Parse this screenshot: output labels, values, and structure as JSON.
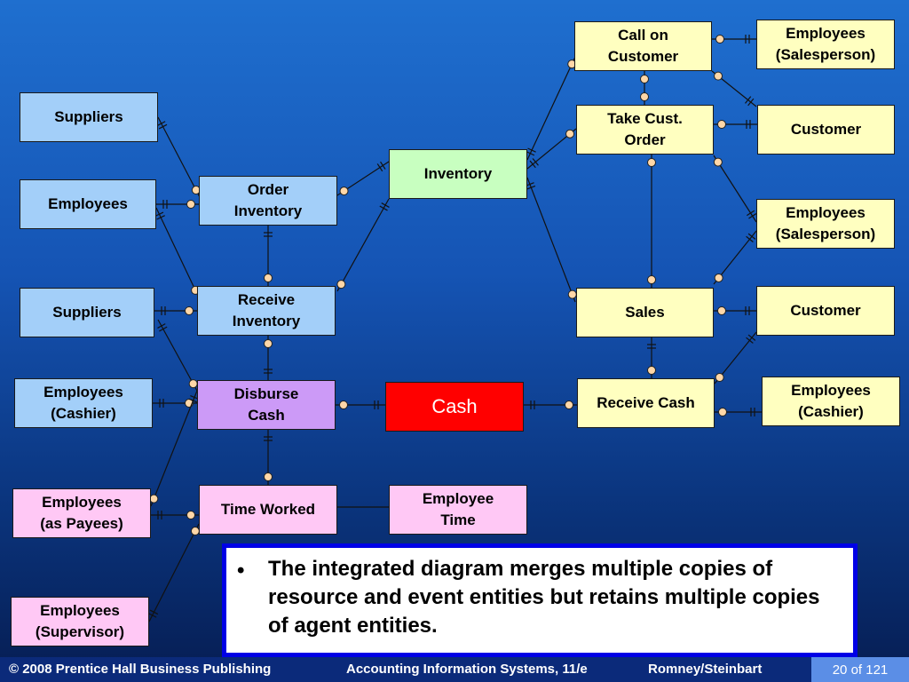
{
  "diagram": {
    "nodes": {
      "suppliers_1": "Suppliers",
      "employees_1": "Employees",
      "order_inventory": "Order\nInventory",
      "inventory": "Inventory",
      "suppliers_2": "Suppliers",
      "receive_inventory": "Receive\nInventory",
      "employees_cashier_left": "Employees\n(Cashier)",
      "disburse_cash": "Disburse\nCash",
      "cash": "Cash",
      "employees_payees": "Employees\n(as Payees)",
      "time_worked": "Time Worked",
      "employee_time": "Employee\nTime",
      "employees_supervisor": "Employees\n(Supervisor)",
      "call_on_customer": "Call on\nCustomer",
      "employees_salesperson_1": "Employees\n(Salesperson)",
      "take_cust_order": "Take Cust.\nOrder",
      "customer_1": "Customer",
      "employees_salesperson_2": "Employees\n(Salesperson)",
      "sales": "Sales",
      "customer_2": "Customer",
      "receive_cash": "Receive Cash",
      "employees_cashier_right": "Employees\n(Cashier)"
    }
  },
  "note": {
    "bullet": "•",
    "text": "The integrated diagram merges multiple copies of resource and event entities but retains multiple copies of agent entities."
  },
  "footer": {
    "copyright": "© 2008 Prentice Hall Business Publishing",
    "course": "Accounting Information Systems, 11/e",
    "authors": "Romney/Steinbart",
    "page": "20 of 121"
  },
  "colors": {
    "agent": "#a3cff9",
    "event": "#ffffc0",
    "resource": "#c8ffc0",
    "pink": "#ffc8f5",
    "purple": "#cc9af7",
    "cash": "#ff0000",
    "note_border": "#0000e6",
    "footer_bg": "#0b2a7a",
    "page_badge": "#5b8ee6"
  }
}
